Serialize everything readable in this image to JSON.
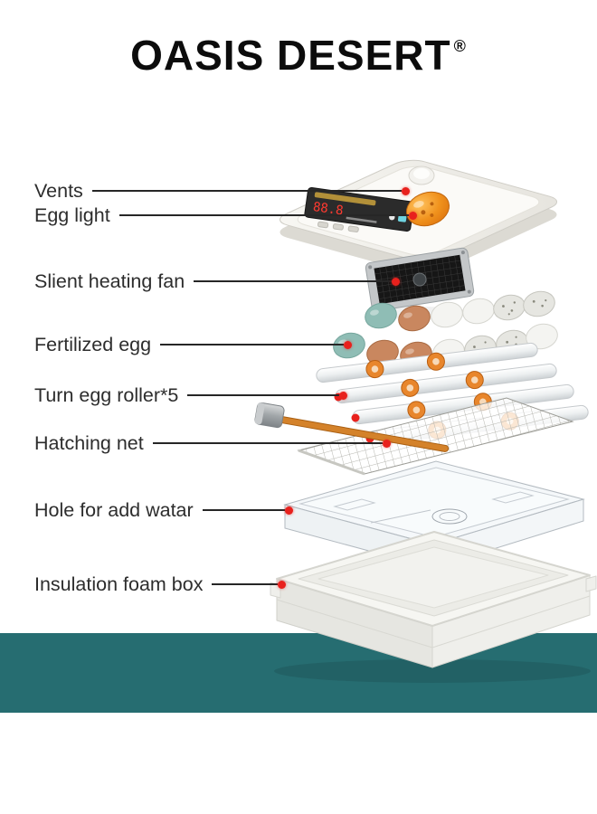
{
  "brand": {
    "name": "OASIS DESERT",
    "registered_mark": "®"
  },
  "labels": [
    {
      "text": "Vents"
    },
    {
      "text": "Egg light"
    },
    {
      "text": "Slient heating fan"
    },
    {
      "text": "Fertilized egg"
    },
    {
      "text": "Turn egg roller*5"
    },
    {
      "text": "Hatching net"
    },
    {
      "text": "Hole for add watar"
    },
    {
      "text": "Insulation foam box"
    }
  ],
  "diagram": {
    "display_digits": "88.8",
    "colors": {
      "leader_dot": "#e8211d",
      "egg_light_orange": "#ef8f1c",
      "teal_egg": "#8fbdb5",
      "brown_egg": "#c9875f",
      "roller_wheel": "#e8862c",
      "drive_rod": "#d4822a"
    }
  },
  "footer_band": {
    "color": "#266d71"
  }
}
